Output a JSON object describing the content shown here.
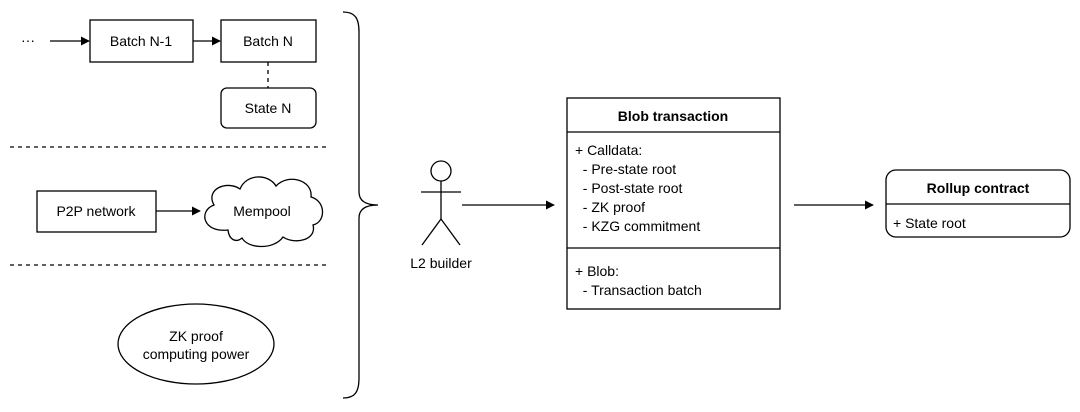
{
  "left": {
    "ellipsis": "···",
    "batch_prev": "Batch N-1",
    "batch_n": "Batch N",
    "state_n": "State N",
    "p2p": "P2P network",
    "mempool": "Mempool",
    "zk_line1": "ZK proof",
    "zk_line2": "computing power"
  },
  "actor": {
    "label": "L2 builder"
  },
  "blob": {
    "title": "Blob transaction",
    "calldata": [
      "+ Calldata:",
      "  - Pre-state root",
      "  - Post-state root",
      "  - ZK proof",
      "  - KZG commitment"
    ],
    "blob": [
      "+ Blob:",
      "  - Transaction batch"
    ]
  },
  "rollup": {
    "title": "Rollup contract",
    "state": "+ State root"
  }
}
